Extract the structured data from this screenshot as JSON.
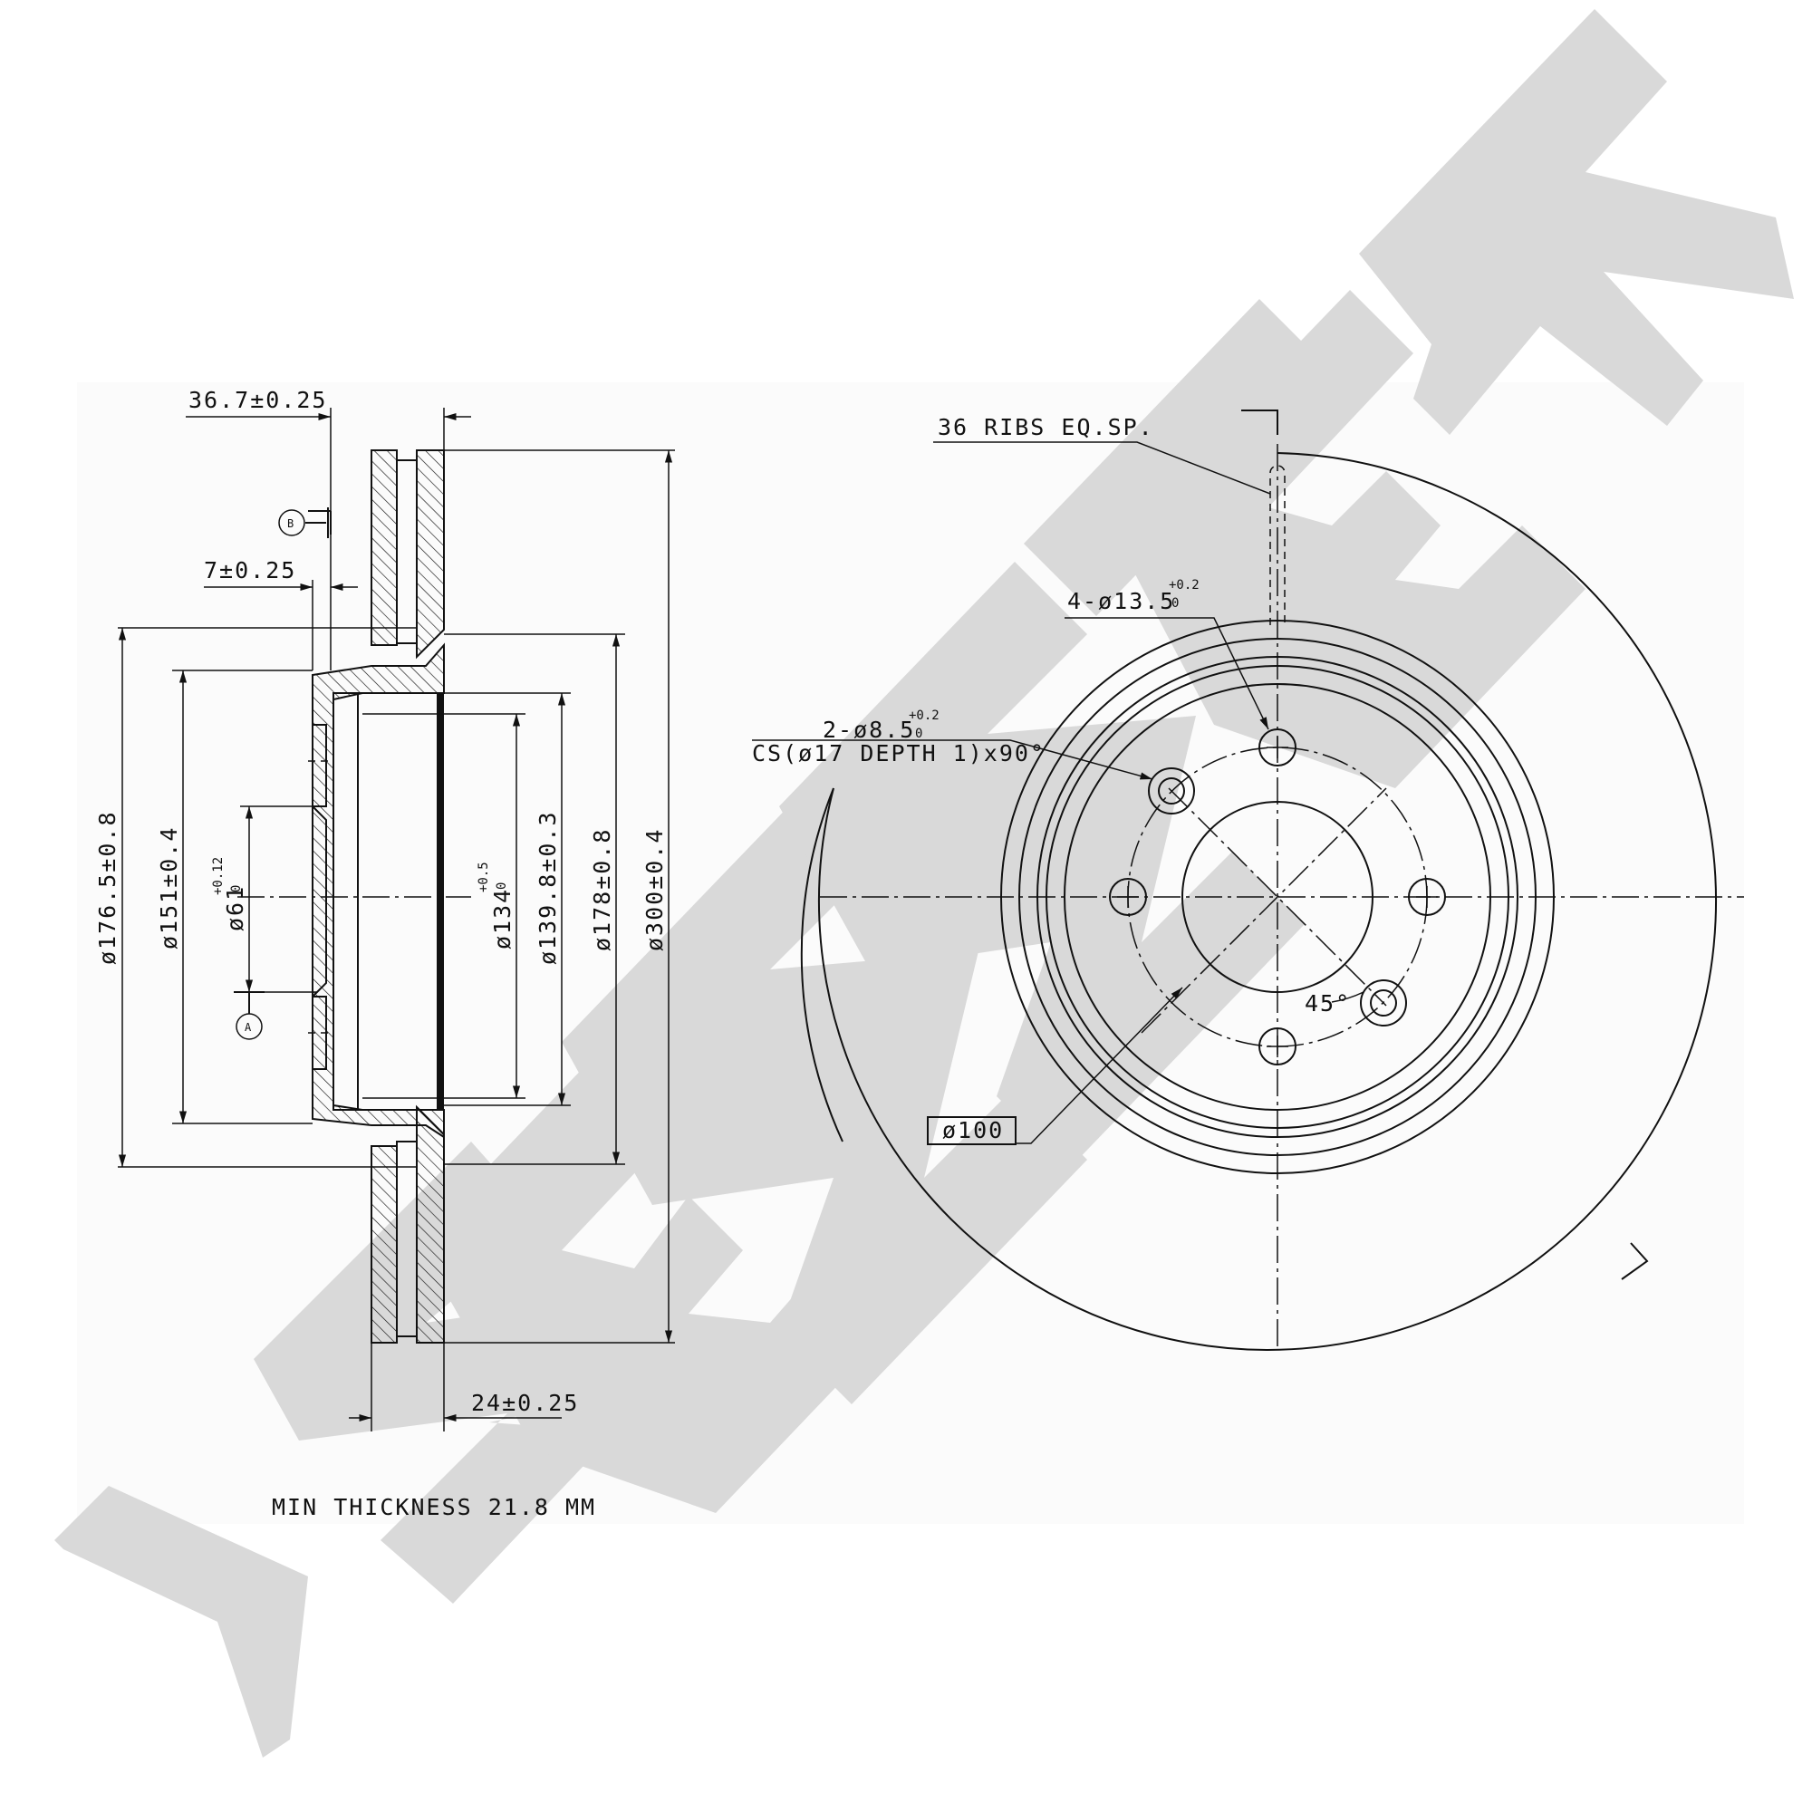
{
  "watermark": {
    "text": "ZENNIEK",
    "color": "#d9d9d9"
  },
  "side_view": {
    "dims": {
      "overall_width": "36.7±0.25",
      "hat_offset": "7±0.25",
      "thickness": "24±0.25",
      "d_176_5": "ø176.5±0.8",
      "d_151": "ø151±0.4",
      "d_61": "ø61",
      "d_61_tol_upper": "+0.12",
      "d_61_tol_lower": "0",
      "d_134": "ø134",
      "d_134_tol_upper": "+0.5",
      "d_134_tol_lower": "0",
      "d_139_8": "ø139.8±0.3",
      "d_178": "ø178±0.8",
      "d_300": "ø300±0.4"
    },
    "datum_b": "B",
    "datum_a": "A",
    "min_thickness": "MIN THICKNESS 21.8 MM"
  },
  "front_view": {
    "ribs": "36 RIBS EQ.SP.",
    "bolt_holes": "4-ø13.5",
    "bolt_holes_tol_upper": "+0.2",
    "bolt_holes_tol_lower": "0",
    "cs_holes": "2-ø8.5",
    "cs_holes_tol_upper": "+0.2",
    "cs_holes_tol_lower": "0",
    "cs_spec": "CS(ø17 DEPTH 1)x90°",
    "angle": "45°",
    "pcd": "ø100"
  }
}
